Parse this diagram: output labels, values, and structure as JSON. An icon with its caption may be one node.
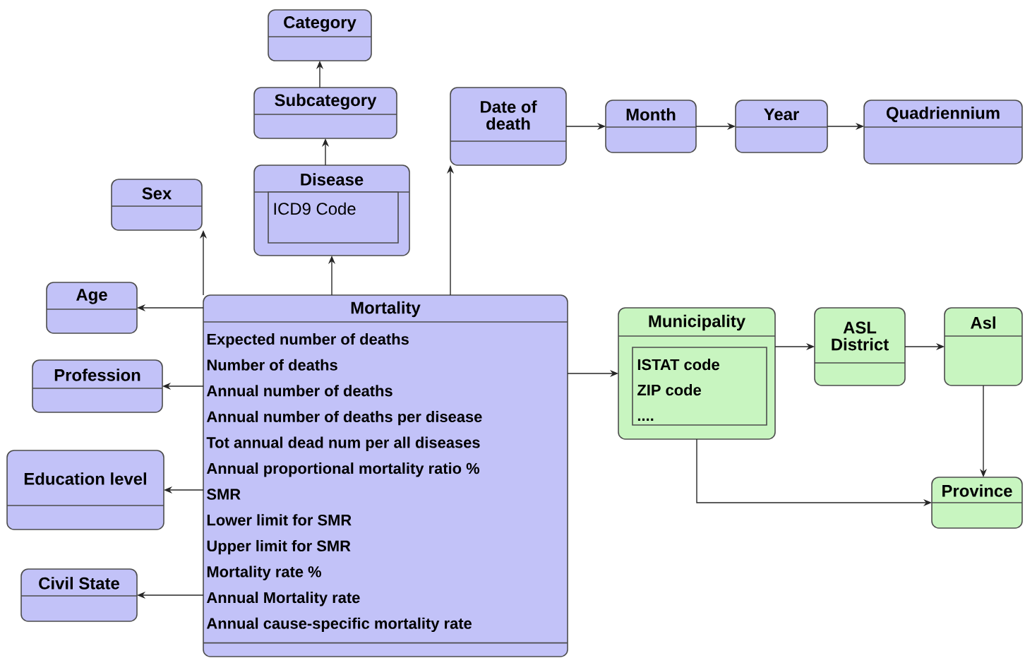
{
  "diagram": {
    "nodes": [
      {
        "text": [
          "Category"
        ]
      },
      {
        "text": [
          "Subcategory"
        ]
      },
      {
        "text": [
          "Disease"
        ]
      },
      {
        "text": [
          "ICD9 Code"
        ],
        "in": 2
      },
      {
        "text": [
          "Sex"
        ]
      },
      {
        "text": [
          "Date of death"
        ]
      },
      {
        "text": [
          "Month"
        ]
      },
      {
        "text": [
          "Year"
        ]
      },
      {
        "text": [
          "Quadriennium"
        ]
      },
      {
        "text": [
          "Age"
        ]
      },
      {
        "text": [
          "Mortality",
          "Expected number of deaths",
          "Number of deaths",
          "Annual number of deaths",
          "Annual number of deaths per disease",
          "Tot annual dead num per all diseases",
          "Annual proportional mortality ratio %",
          "SMR",
          "Lower limit for SMR",
          "Upper limit for SMR",
          "Mortality rate %",
          "Annual Mortality rate",
          "Annual cause-specific mortality rate"
        ]
      },
      {
        "text": [
          "Profession"
        ]
      },
      {
        "text": [
          "Education level"
        ]
      },
      {
        "text": [
          "Civil State"
        ]
      },
      {
        "text": [
          "Municipality"
        ]
      },
      {
        "text": [
          "ISTAT code",
          "ZIP code",
          "...."
        ],
        "in": 14
      },
      {
        "text": [
          "ASL District"
        ]
      },
      {
        "text": [
          "Asl"
        ]
      },
      {
        "text": [
          "Province"
        ]
      }
    ],
    "edges": [
      {
        "from": 1,
        "to": 0,
        "arrow": "to"
      },
      {
        "from": 2,
        "to": 1,
        "arrow": "to"
      },
      {
        "from": 10,
        "to": 2,
        "arrow": "to"
      },
      {
        "from": 10,
        "to": 4,
        "arrow": "to"
      },
      {
        "from": 10,
        "to": 9,
        "arrow": "to"
      },
      {
        "from": 10,
        "to": 5,
        "arrow": "to"
      },
      {
        "from": 5,
        "to": 6,
        "arrow": "to"
      },
      {
        "from": 6,
        "to": 7,
        "arrow": "to"
      },
      {
        "from": 7,
        "to": 8,
        "arrow": "to"
      },
      {
        "from": 10,
        "to": 11,
        "arrow": "to"
      },
      {
        "from": 10,
        "to": 12,
        "arrow": "to"
      },
      {
        "from": 10,
        "to": 13,
        "arrow": "to"
      },
      {
        "from": 10,
        "to": 14,
        "arrow": "to"
      },
      {
        "from": 14,
        "to": 16,
        "arrow": "to"
      },
      {
        "from": 16,
        "to": 17,
        "arrow": "to"
      },
      {
        "from": 17,
        "to": 18,
        "arrow": "to"
      },
      {
        "from": 14,
        "to": 18,
        "arrow": "to"
      }
    ]
  }
}
